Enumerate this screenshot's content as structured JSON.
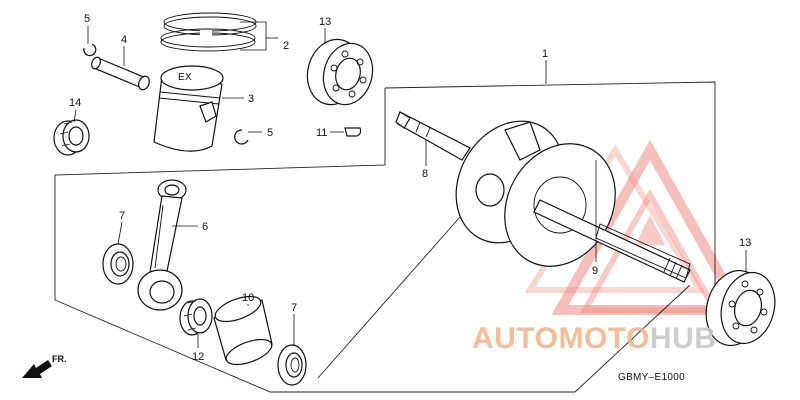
{
  "diagram": {
    "code": "GBMY–E1000",
    "front_marker": "FR."
  },
  "callouts": [
    {
      "id": "c5a",
      "text": "5"
    },
    {
      "id": "c4",
      "text": "4"
    },
    {
      "id": "c2",
      "text": "2"
    },
    {
      "id": "c3",
      "text": "3"
    },
    {
      "id": "c5b",
      "text": "5"
    },
    {
      "id": "c13a",
      "text": "13"
    },
    {
      "id": "c11",
      "text": "11"
    },
    {
      "id": "c14",
      "text": "14"
    },
    {
      "id": "c1",
      "text": "1"
    },
    {
      "id": "c8",
      "text": "8"
    },
    {
      "id": "c9",
      "text": "9"
    },
    {
      "id": "c7a",
      "text": "7"
    },
    {
      "id": "c6",
      "text": "6"
    },
    {
      "id": "c10",
      "text": "10"
    },
    {
      "id": "c7b",
      "text": "7"
    },
    {
      "id": "c12",
      "text": "12"
    },
    {
      "id": "c13b",
      "text": "13"
    }
  ],
  "watermark": {
    "part1": "AUTOMOTO",
    "part2": "HUB",
    "color_main": "#f4b183",
    "color_accent": "#e8473c",
    "color_end": "#c8c8c8"
  }
}
